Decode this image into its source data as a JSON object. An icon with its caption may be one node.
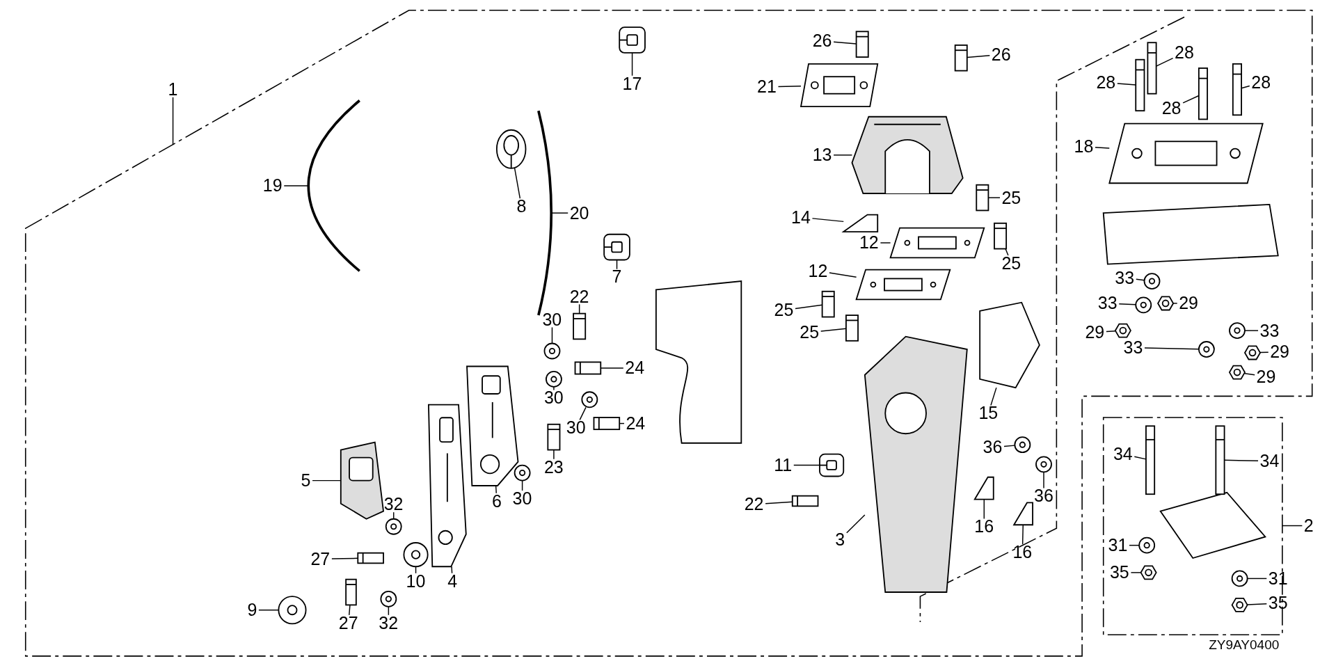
{
  "diagram": {
    "nodes": [
      {
        "text": [
          "1"
        ]
      },
      {
        "text": [
          "19"
        ]
      },
      {
        "text": [
          "17"
        ]
      },
      {
        "text": [
          "8"
        ]
      },
      {
        "text": [
          "20"
        ]
      },
      {
        "text": [
          "21"
        ]
      },
      {
        "text": [
          "26"
        ]
      },
      {
        "text": [
          "26"
        ]
      },
      {
        "text": [
          "13"
        ]
      },
      {
        "text": [
          "14"
        ]
      },
      {
        "text": [
          "25"
        ]
      },
      {
        "text": [
          "12"
        ]
      },
      {
        "text": [
          "12"
        ]
      },
      {
        "text": [
          "25"
        ]
      },
      {
        "text": [
          "25"
        ]
      },
      {
        "text": [
          "25"
        ]
      },
      {
        "text": [
          "7"
        ]
      },
      {
        "text": [
          "22"
        ]
      },
      {
        "text": [
          "30"
        ]
      },
      {
        "text": [
          "24"
        ]
      },
      {
        "text": [
          "30"
        ]
      },
      {
        "text": [
          "30"
        ]
      },
      {
        "text": [
          "24"
        ]
      },
      {
        "text": [
          "23"
        ]
      },
      {
        "text": [
          "30"
        ]
      },
      {
        "text": [
          "6"
        ]
      },
      {
        "text": [
          "5"
        ]
      },
      {
        "text": [
          "32"
        ]
      },
      {
        "text": [
          "27"
        ]
      },
      {
        "text": [
          "10"
        ]
      },
      {
        "text": [
          "4"
        ]
      },
      {
        "text": [
          "27"
        ]
      },
      {
        "text": [
          "32"
        ]
      },
      {
        "text": [
          "9"
        ]
      },
      {
        "text": [
          "11"
        ]
      },
      {
        "text": [
          "22"
        ]
      },
      {
        "text": [
          "3"
        ]
      },
      {
        "text": [
          "15"
        ]
      },
      {
        "text": [
          "36"
        ]
      },
      {
        "text": [
          "36"
        ]
      },
      {
        "text": [
          "16"
        ]
      },
      {
        "text": [
          "16"
        ]
      },
      {
        "text": [
          "28"
        ]
      },
      {
        "text": [
          "28"
        ]
      },
      {
        "text": [
          "28"
        ]
      },
      {
        "text": [
          "28"
        ]
      },
      {
        "text": [
          "18"
        ]
      },
      {
        "text": [
          "33"
        ]
      },
      {
        "text": [
          "33"
        ]
      },
      {
        "text": [
          "29"
        ]
      },
      {
        "text": [
          "29"
        ]
      },
      {
        "text": [
          "33"
        ]
      },
      {
        "text": [
          "33"
        ]
      },
      {
        "text": [
          "29"
        ]
      },
      {
        "text": [
          "29"
        ]
      },
      {
        "text": [
          "34"
        ]
      },
      {
        "text": [
          "34"
        ]
      },
      {
        "text": [
          "2"
        ]
      },
      {
        "text": [
          "31"
        ]
      },
      {
        "text": [
          "35"
        ]
      },
      {
        "text": [
          "31"
        ]
      },
      {
        "text": [
          "35"
        ]
      },
      {
        "text": [],
        "shape": "picture"
      },
      {
        "text": [],
        "shape": "picture"
      },
      {
        "text": [],
        "shape": "picture"
      },
      {
        "text": [],
        "shape": "picture"
      },
      {
        "text": [],
        "shape": "picture"
      },
      {
        "text": [],
        "shape": "picture"
      },
      {
        "text": [],
        "shape": "picture"
      },
      {
        "text": [],
        "shape": "picture"
      },
      {
        "text": [],
        "shape": "picture"
      },
      {
        "text": [],
        "shape": "picture"
      },
      {
        "text": [],
        "shape": "picture"
      },
      {
        "text": [],
        "shape": "picture"
      },
      {
        "text": [],
        "shape": "picture"
      },
      {
        "text": [],
        "shape": "picture"
      },
      {
        "text": [],
        "shape": "picture"
      },
      {
        "text": [],
        "shape": "picture"
      },
      {
        "text": [],
        "shape": "picture"
      },
      {
        "text": [],
        "shape": "picture"
      },
      {
        "text": [],
        "shape": "picture"
      },
      {
        "text": [],
        "shape": "picture"
      },
      {
        "text": [],
        "shape": "picture"
      },
      {
        "text": [],
        "shape": "picture"
      },
      {
        "text": [],
        "shape": "picture"
      },
      {
        "text": [],
        "shape": "picture"
      },
      {
        "text": [],
        "shape": "picture"
      },
      {
        "text": [],
        "shape": "picture"
      },
      {
        "text": [],
        "shape": "picture"
      },
      {
        "text": [],
        "shape": "picture"
      },
      {
        "text": [],
        "shape": "picture"
      },
      {
        "text": [],
        "shape": "picture"
      },
      {
        "text": [],
        "shape": "picture"
      },
      {
        "text": [],
        "shape": "picture"
      },
      {
        "text": [],
        "shape": "picture"
      },
      {
        "text": [],
        "shape": "picture"
      },
      {
        "text": [],
        "shape": "picture"
      },
      {
        "text": [],
        "shape": "picture"
      },
      {
        "text": [],
        "shape": "picture"
      },
      {
        "text": [],
        "shape": "picture"
      },
      {
        "text": [],
        "shape": "picture"
      },
      {
        "text": [],
        "shape": "picture"
      },
      {
        "text": [],
        "shape": "picture"
      },
      {
        "text": [],
        "shape": "picture"
      },
      {
        "text": [],
        "shape": "picture"
      },
      {
        "text": [],
        "shape": "picture"
      },
      {
        "text": [],
        "shape": "picture"
      },
      {
        "text": [],
        "shape": "picture"
      },
      {
        "text": [],
        "shape": "picture"
      },
      {
        "text": [],
        "shape": "picture"
      },
      {
        "text": [],
        "shape": "picture"
      },
      {
        "text": [],
        "shape": "picture"
      },
      {
        "text": [],
        "shape": "picture"
      },
      {
        "text": [],
        "shape": "picture"
      },
      {
        "text": [],
        "shape": "picture"
      },
      {
        "text": [],
        "shape": "picture"
      },
      {
        "text": [],
        "shape": "picture"
      },
      {
        "text": [],
        "shape": "picture"
      },
      {
        "text": [],
        "shape": "picture"
      },
      {
        "text": [],
        "shape": "picture"
      },
      {
        "text": [],
        "shape": "picture"
      },
      {
        "text": [],
        "shape": "picture"
      }
    ],
    "edges": [
      {
        "from": 0,
        "to": null,
        "arrow": "none"
      },
      {
        "from": 1,
        "to": 62,
        "arrow": "none"
      },
      {
        "from": 2,
        "to": 63,
        "arrow": "none"
      },
      {
        "from": 3,
        "to": 64,
        "arrow": "none"
      },
      {
        "from": 4,
        "to": 65,
        "arrow": "none"
      },
      {
        "from": 5,
        "to": 66,
        "arrow": "none"
      },
      {
        "from": 6,
        "to": 67,
        "arrow": "none"
      },
      {
        "from": 7,
        "to": 68,
        "arrow": "none"
      },
      {
        "from": 8,
        "to": 69,
        "arrow": "none"
      },
      {
        "from": 9,
        "to": 70,
        "arrow": "none"
      },
      {
        "from": 10,
        "to": 71,
        "arrow": "none"
      },
      {
        "from": 11,
        "to": 72,
        "arrow": "none"
      },
      {
        "from": 12,
        "to": 73,
        "arrow": "none"
      },
      {
        "from": 13,
        "to": 74,
        "arrow": "none"
      },
      {
        "from": 14,
        "to": 75,
        "arrow": "none"
      },
      {
        "from": 15,
        "to": 76,
        "arrow": "none"
      },
      {
        "from": 16,
        "to": 77,
        "arrow": "none"
      },
      {
        "from": 17,
        "to": 78,
        "arrow": "none"
      },
      {
        "from": 18,
        "to": 79,
        "arrow": "none"
      },
      {
        "from": 19,
        "to": 80,
        "arrow": "none"
      },
      {
        "from": 20,
        "to": 81,
        "arrow": "none"
      },
      {
        "from": 21,
        "to": 82,
        "arrow": "none"
      },
      {
        "from": 22,
        "to": 83,
        "arrow": "none"
      },
      {
        "from": 23,
        "to": 84,
        "arrow": "none"
      },
      {
        "from": 24,
        "to": 85,
        "arrow": "none"
      },
      {
        "from": 25,
        "to": 86,
        "arrow": "none"
      },
      {
        "from": 26,
        "to": 87,
        "arrow": "none"
      },
      {
        "from": 27,
        "to": 88,
        "arrow": "none"
      },
      {
        "from": 28,
        "to": 89,
        "arrow": "none"
      },
      {
        "from": 29,
        "to": 90,
        "arrow": "none"
      },
      {
        "from": 30,
        "to": 91,
        "arrow": "none"
      },
      {
        "from": 31,
        "to": 92,
        "arrow": "none"
      },
      {
        "from": 32,
        "to": 93,
        "arrow": "none"
      },
      {
        "from": 33,
        "to": 94,
        "arrow": "none"
      },
      {
        "from": 34,
        "to": 95,
        "arrow": "none"
      },
      {
        "from": 35,
        "to": 96,
        "arrow": "none"
      },
      {
        "from": 36,
        "to": 97,
        "arrow": "none"
      },
      {
        "from": 37,
        "to": 98,
        "arrow": "none"
      },
      {
        "from": 38,
        "to": 99,
        "arrow": "none"
      },
      {
        "from": 39,
        "to": 100,
        "arrow": "none"
      },
      {
        "from": 40,
        "to": 101,
        "arrow": "none"
      },
      {
        "from": 41,
        "to": 102,
        "arrow": "none"
      },
      {
        "from": 42,
        "to": 103,
        "arrow": "none"
      },
      {
        "from": 43,
        "to": 104,
        "arrow": "none"
      },
      {
        "from": 44,
        "to": 105,
        "arrow": "none"
      },
      {
        "from": 45,
        "to": 106,
        "arrow": "none"
      },
      {
        "from": 46,
        "to": 107,
        "arrow": "none"
      },
      {
        "from": 47,
        "to": 108,
        "arrow": "none"
      },
      {
        "from": 48,
        "to": 109,
        "arrow": "none"
      },
      {
        "from": 49,
        "to": 110,
        "arrow": "none"
      },
      {
        "from": 50,
        "to": 111,
        "arrow": "none"
      },
      {
        "from": 51,
        "to": 112,
        "arrow": "none"
      },
      {
        "from": 52,
        "to": 113,
        "arrow": "none"
      },
      {
        "from": 53,
        "to": 114,
        "arrow": "none"
      },
      {
        "from": 54,
        "to": 115,
        "arrow": "none"
      },
      {
        "from": 55,
        "to": 116,
        "arrow": "none"
      },
      {
        "from": 56,
        "to": 117,
        "arrow": "none"
      },
      {
        "from": 57,
        "to": null,
        "arrow": "none"
      },
      {
        "from": 58,
        "to": 118,
        "arrow": "none"
      },
      {
        "from": 59,
        "to": 119,
        "arrow": "none"
      },
      {
        "from": 60,
        "to": 120,
        "arrow": "none"
      },
      {
        "from": 61,
        "to": 121,
        "arrow": "none"
      }
    ],
    "labels": [
      "ZY9AY0400"
    ]
  }
}
